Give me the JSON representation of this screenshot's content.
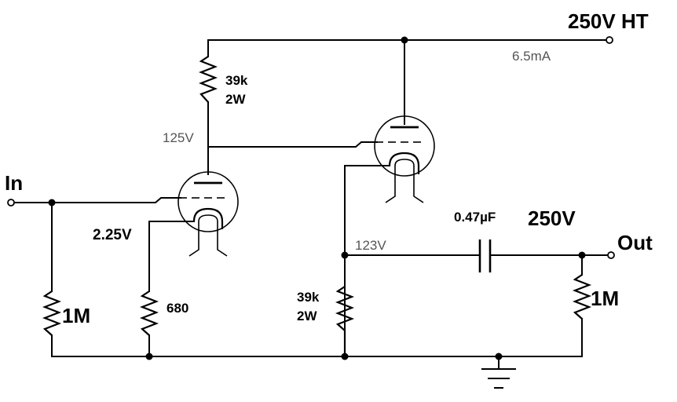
{
  "labels": {
    "ht_supply": "250V HT",
    "ht_current": "6.5mA",
    "input": "In",
    "output": "Out",
    "upper_anode_resistor_value": "39k",
    "upper_anode_resistor_power": "2W",
    "lower_anode_voltage": "125V",
    "cathode_voltage": "2.25V",
    "cathode_resistor": "680",
    "grid_resistor": "1M",
    "follower_cathode_voltage": "123V",
    "follower_resistor_value": "39k",
    "follower_resistor_power": "2W",
    "coupling_capacitor": "0.47µF",
    "capacitor_rating": "250V",
    "output_resistor": "1M"
  }
}
